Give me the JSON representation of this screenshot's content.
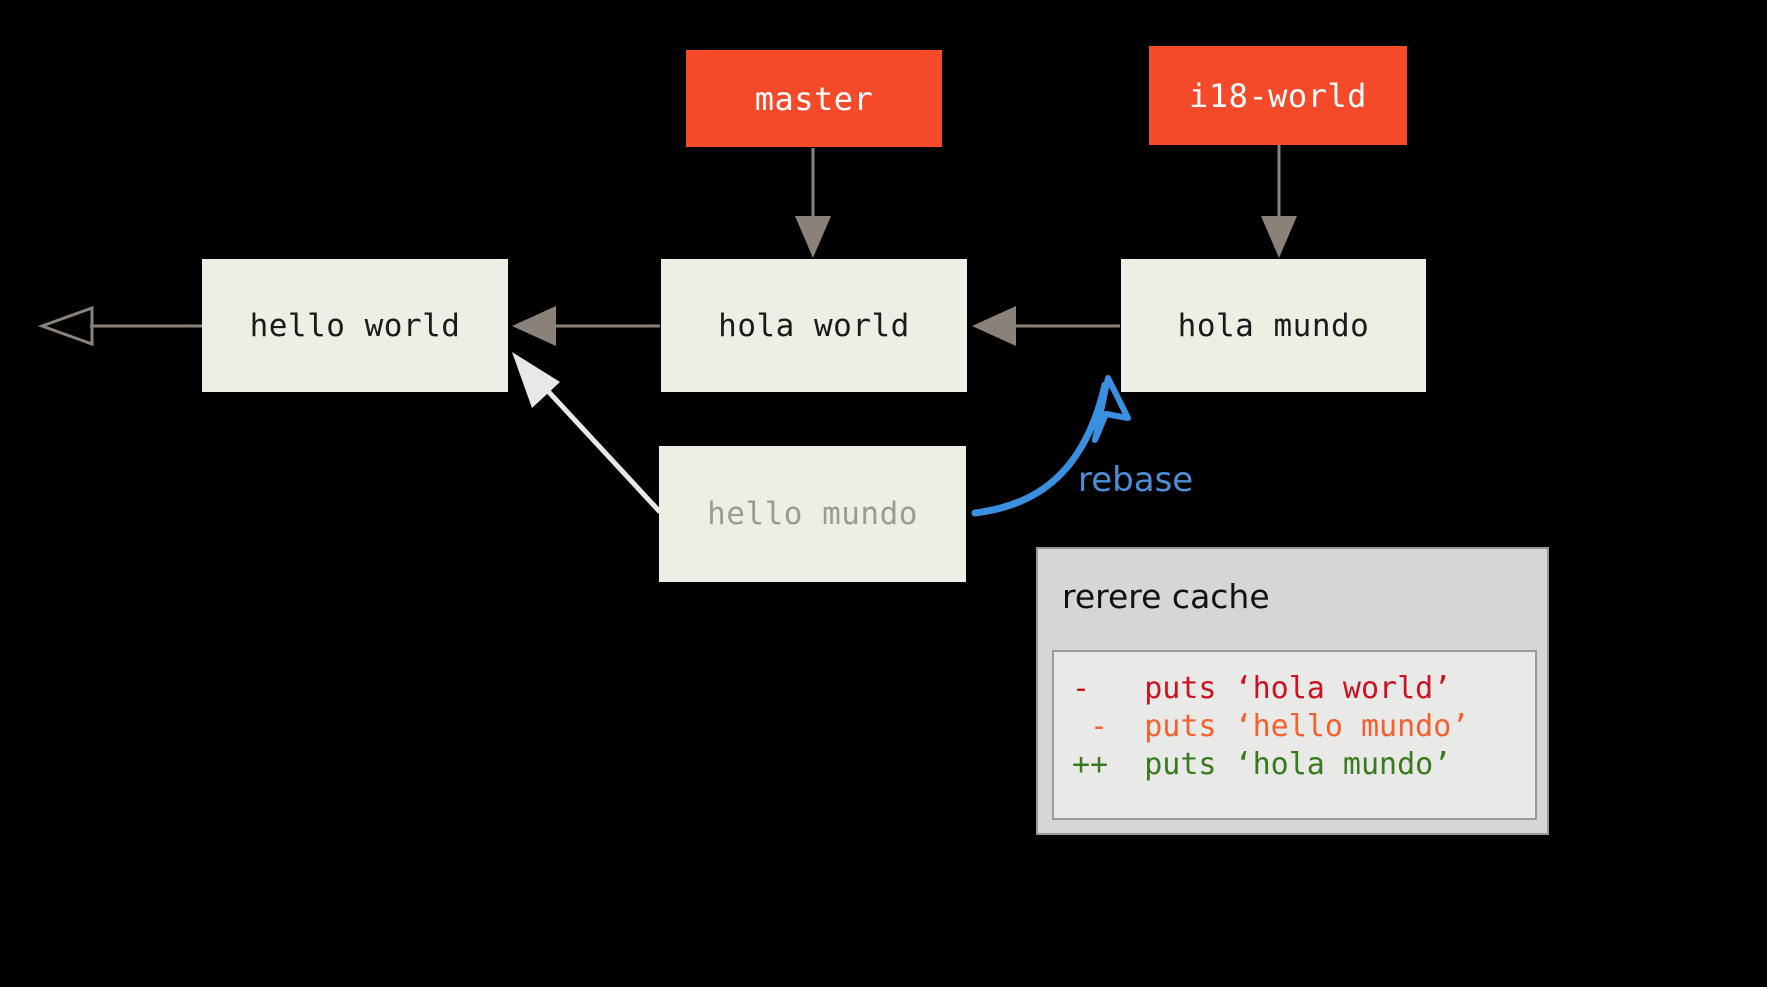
{
  "diagram": {
    "title": "git rerere rebase diagram",
    "background_color": "#000000",
    "commit_box_color": "#efeee4",
    "branch_label_color": "#f54a2a",
    "arrow_color": "#8a8279",
    "rebase_arrow_color": "#3b8fe0",
    "cherry_arrow_color": "#e8e8e6"
  },
  "commits": [
    {
      "id": "hello-world",
      "label": "hello world",
      "faded": false
    },
    {
      "id": "hola-world",
      "label": "hola world",
      "faded": false
    },
    {
      "id": "hola-mundo",
      "label": "hola mundo",
      "faded": false
    },
    {
      "id": "hello-mundo",
      "label": "hello mundo",
      "faded": true
    }
  ],
  "branches": [
    {
      "id": "master",
      "label": "master",
      "points_to": "hola world"
    },
    {
      "id": "i18-world",
      "label": "i18-world",
      "points_to": "hola mundo"
    }
  ],
  "annotations": {
    "rebase_label": "rebase"
  },
  "rerere": {
    "title": "rerere cache",
    "lines": [
      {
        "marker": "-",
        "text": "puts ‘hola world’",
        "color": "#cc1122",
        "indent": 0
      },
      {
        "marker": "-",
        "text": "puts ‘hello mundo’",
        "color": "#f4602e",
        "indent": 1
      },
      {
        "marker": "++",
        "text": "puts ‘hola mundo’",
        "color": "#3a7a1e",
        "indent": 0
      }
    ],
    "rendered": [
      "-   puts ‘hola world’",
      " -  puts ‘hello mundo’",
      "++  puts ‘hola mundo’"
    ]
  }
}
